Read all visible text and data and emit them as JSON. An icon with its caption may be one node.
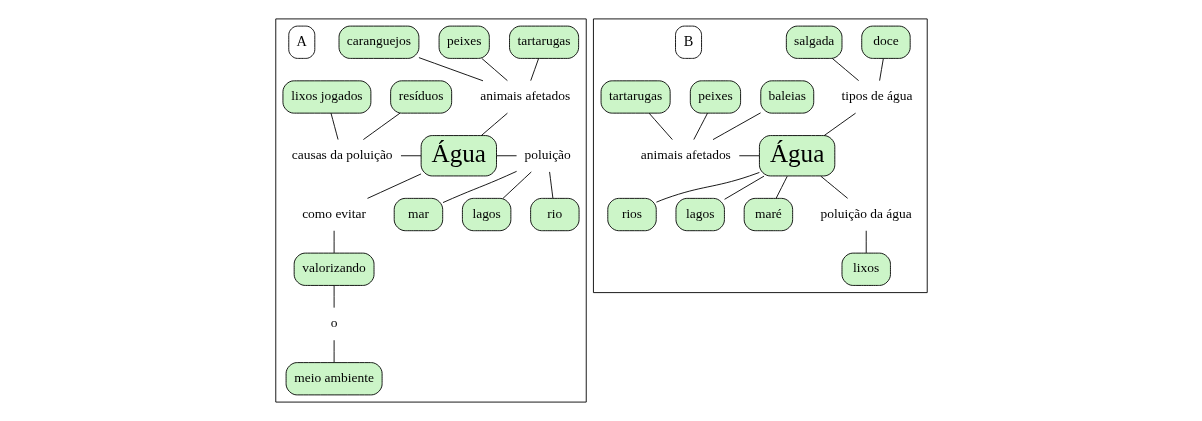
{
  "diagram": {
    "nodes": [
      {
        "text": [],
        "shape": "box"
      },
      {
        "text": [
          "tartarugas"
        ],
        "in": 0
      },
      {
        "text": [
          "peixes"
        ],
        "in": 0
      },
      {
        "text": [
          "caranguejos"
        ],
        "in": 0
      },
      {
        "text": [
          "animais afetados"
        ],
        "in": 0
      },
      {
        "text": [
          "resíduos"
        ],
        "in": 0
      },
      {
        "text": [
          "causas da poluição"
        ],
        "in": 0
      },
      {
        "text": [
          "Água"
        ],
        "in": 0
      },
      {
        "text": [
          "poluição"
        ],
        "in": 0
      },
      {
        "text": [
          "rio"
        ],
        "in": 0
      },
      {
        "text": [
          "mar"
        ],
        "in": 0
      },
      {
        "text": [
          "lixos jogados"
        ],
        "in": 0
      },
      {
        "text": [
          "lagos"
        ],
        "in": 0
      },
      {
        "text": [
          "como evitar"
        ],
        "in": 0
      },
      {
        "text": [
          "valorizando"
        ],
        "in": 0
      },
      {
        "text": [
          "A"
        ],
        "in": 0
      },
      {
        "text": [
          "o"
        ],
        "in": 0
      },
      {
        "text": [
          "meio ambiente"
        ],
        "in": 0
      },
      {
        "text": [],
        "shape": "box"
      },
      {
        "text": [
          "doce"
        ],
        "in": 18
      },
      {
        "text": [
          "salgada"
        ],
        "in": 18
      },
      {
        "text": [
          "baleias"
        ],
        "in": 18
      },
      {
        "text": [
          "tipos de água"
        ],
        "in": 18
      },
      {
        "text": [
          "rios"
        ],
        "in": 18
      },
      {
        "text": [
          "peixes"
        ],
        "in": 18
      },
      {
        "text": [
          "animais afetados"
        ],
        "in": 18
      },
      {
        "text": [
          "Água"
        ],
        "in": 18
      },
      {
        "text": [
          "lagos"
        ],
        "in": 18
      },
      {
        "text": [
          "maré"
        ],
        "in": 18
      },
      {
        "text": [
          "tartarugas"
        ],
        "in": 18
      },
      {
        "text": [
          "poluição da água"
        ],
        "in": 18
      },
      {
        "text": [
          "B"
        ],
        "in": 18
      },
      {
        "text": [
          "lixos"
        ],
        "in": 18
      }
    ],
    "edges": [
      {
        "from": 1,
        "to": 4,
        "arrow": "none"
      },
      {
        "from": 2,
        "to": 4,
        "arrow": "none"
      },
      {
        "from": 3,
        "to": 4,
        "arrow": "none"
      },
      {
        "from": 4,
        "to": 7,
        "arrow": "none"
      },
      {
        "from": 5,
        "to": 6,
        "arrow": "none"
      },
      {
        "from": 11,
        "to": 6,
        "arrow": "none"
      },
      {
        "from": 6,
        "to": 7,
        "arrow": "none"
      },
      {
        "from": 7,
        "to": 8,
        "arrow": "none"
      },
      {
        "from": 8,
        "to": 9,
        "arrow": "none"
      },
      {
        "from": 8,
        "to": 10,
        "arrow": "none"
      },
      {
        "from": 8,
        "to": 12,
        "arrow": "none"
      },
      {
        "from": 7,
        "to": 13,
        "arrow": "none"
      },
      {
        "from": 13,
        "to": 14,
        "arrow": "none"
      },
      {
        "from": 14,
        "to": 16,
        "arrow": "none"
      },
      {
        "from": 16,
        "to": 17,
        "arrow": "none"
      },
      {
        "from": 19,
        "to": 22,
        "arrow": "none"
      },
      {
        "from": 20,
        "to": 22,
        "arrow": "none"
      },
      {
        "from": 22,
        "to": 26,
        "arrow": "none"
      },
      {
        "from": 21,
        "to": 25,
        "arrow": "none"
      },
      {
        "from": 24,
        "to": 25,
        "arrow": "none"
      },
      {
        "from": 29,
        "to": 25,
        "arrow": "none"
      },
      {
        "from": 25,
        "to": 26,
        "arrow": "none"
      },
      {
        "from": 26,
        "to": 23,
        "arrow": "none"
      },
      {
        "from": 26,
        "to": 27,
        "arrow": "none"
      },
      {
        "from": 26,
        "to": 28,
        "arrow": "none"
      },
      {
        "from": 26,
        "to": 30,
        "arrow": "none"
      },
      {
        "from": 30,
        "to": 32,
        "arrow": "none"
      }
    ]
  }
}
